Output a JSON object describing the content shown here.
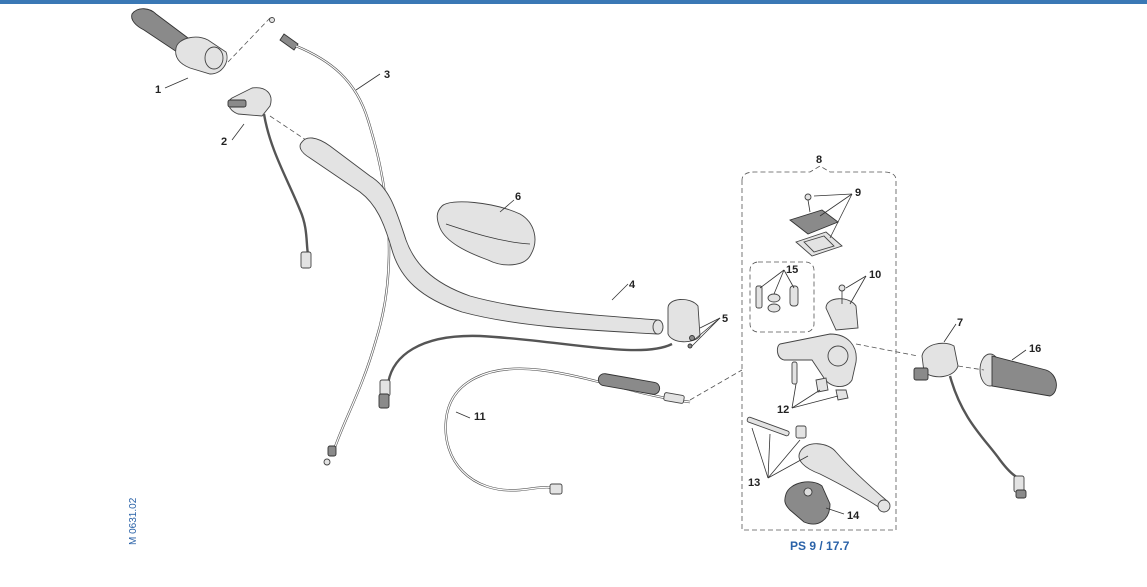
{
  "callouts": {
    "c1": "1",
    "c2": "2",
    "c3": "3",
    "c4": "4",
    "c5": "5",
    "c6": "6",
    "c7": "7",
    "c8": "8",
    "c9": "9",
    "c10": "10",
    "c11": "11",
    "c12": "12",
    "c13": "13",
    "c14": "14",
    "c15": "15",
    "c16": "16"
  },
  "reference": "PS 9 / 17.7",
  "drawing_id": "M 0631.02",
  "colors": {
    "accent_bar": "#3a78b5",
    "reference_text": "#2a62a8"
  }
}
